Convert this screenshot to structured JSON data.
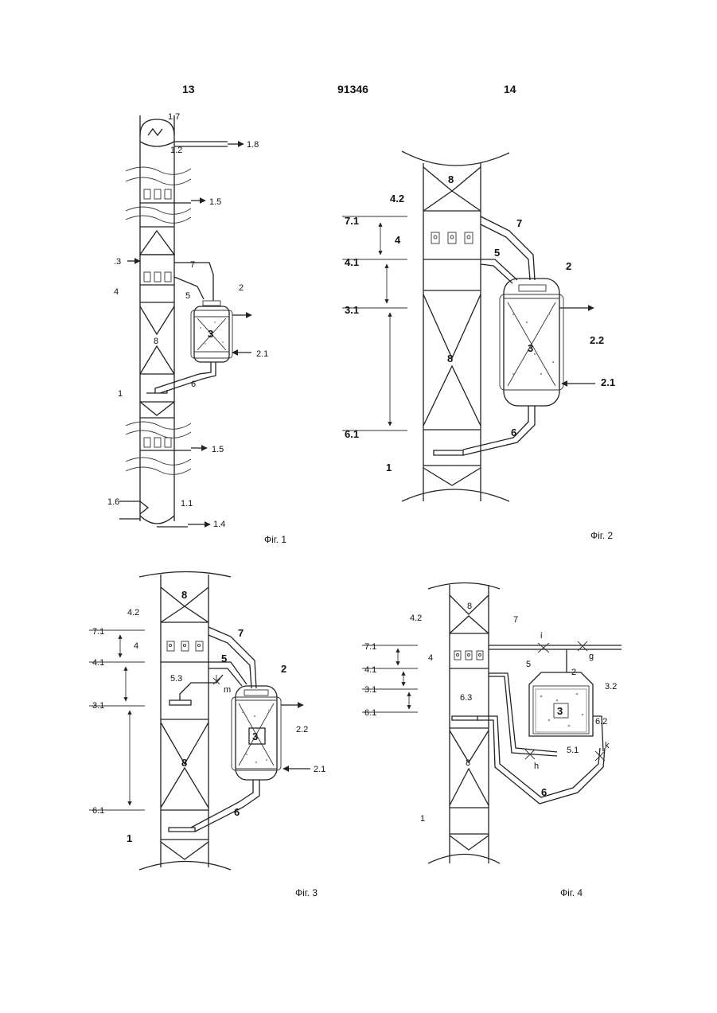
{
  "header": {
    "page_left": "13",
    "doc_number": "91346",
    "page_right": "14"
  },
  "fig1": {
    "caption": "Фіг. 1",
    "labels": {
      "l17": "1.7",
      "l18": "1.8",
      "l12": "1.2",
      "l15a": "1.5",
      "l13": ".3",
      "l7": "7",
      "l2": "2",
      "l4": "4",
      "l5": "5",
      "l3": "3",
      "l8": "8",
      "l21": "2.1",
      "l1": "1",
      "l6": "6",
      "l15b": "1.5",
      "l16": "1.6",
      "l11": "1.1",
      "l14": "1.4"
    }
  },
  "fig2": {
    "caption": "Фіг. 2",
    "labels": {
      "l8top": "8",
      "l42": "4.2",
      "l71": "7.1",
      "l4": "4",
      "l7": "7",
      "l5": "5",
      "l41": "4.1",
      "l2": "2",
      "l31": "3.1",
      "l3": "3",
      "l8": "8",
      "l22": "2.2",
      "l21": "2.1",
      "l61": "6.1",
      "l6": "6",
      "l1": "1"
    }
  },
  "fig3": {
    "caption": "Фіг. 3",
    "labels": {
      "l8top": "8",
      "l42": "4.2",
      "l71": "7.1",
      "l4": "4",
      "l7": "7",
      "l41": "4.1",
      "l5": "5",
      "l2": "2",
      "l53": "5.3",
      "lm": "m",
      "l31": "3.1",
      "l22": "2.2",
      "l3": "3",
      "l8": "8",
      "l21": "2.1",
      "l61": "6.1",
      "l6": "6",
      "l1": "1"
    }
  },
  "fig4": {
    "caption": "Фіг. 4",
    "labels": {
      "l8top": "8",
      "l42": "4.2",
      "l7": "7",
      "li": "i",
      "lg": "g",
      "l71": "7.1",
      "l4": "4",
      "l5": "5",
      "l41": "4.1",
      "l2": "2",
      "l32": "3.2",
      "l31": "3.1",
      "l63": "6.3",
      "l3": "3",
      "l61": "6.1",
      "l62": "6.2",
      "l51": "5.1",
      "lk": "k",
      "lh": "h",
      "l8": "8",
      "l6": "6",
      "l1": "1"
    }
  }
}
